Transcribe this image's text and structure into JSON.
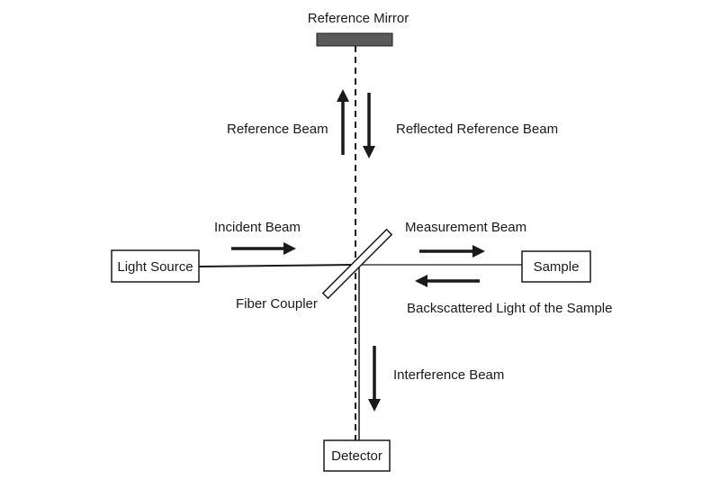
{
  "diagram": {
    "labels": {
      "reference_mirror": "Reference Mirror",
      "reference_beam": "Reference Beam",
      "reflected_reference_beam": "Reflected Reference Beam",
      "incident_beam": "Incident Beam",
      "measurement_beam": "Measurement Beam",
      "fiber_coupler": "Fiber Coupler",
      "backscattered_light": "Backscattered Light of the Sample",
      "interference_beam": "Interference Beam"
    },
    "boxes": {
      "light_source": "Light Source",
      "sample": "Sample",
      "detector": "Detector"
    },
    "colors": {
      "mirror_fill": "#5a5a5a",
      "line": "#1a1a1a",
      "arrow": "#1a1a1a"
    }
  }
}
